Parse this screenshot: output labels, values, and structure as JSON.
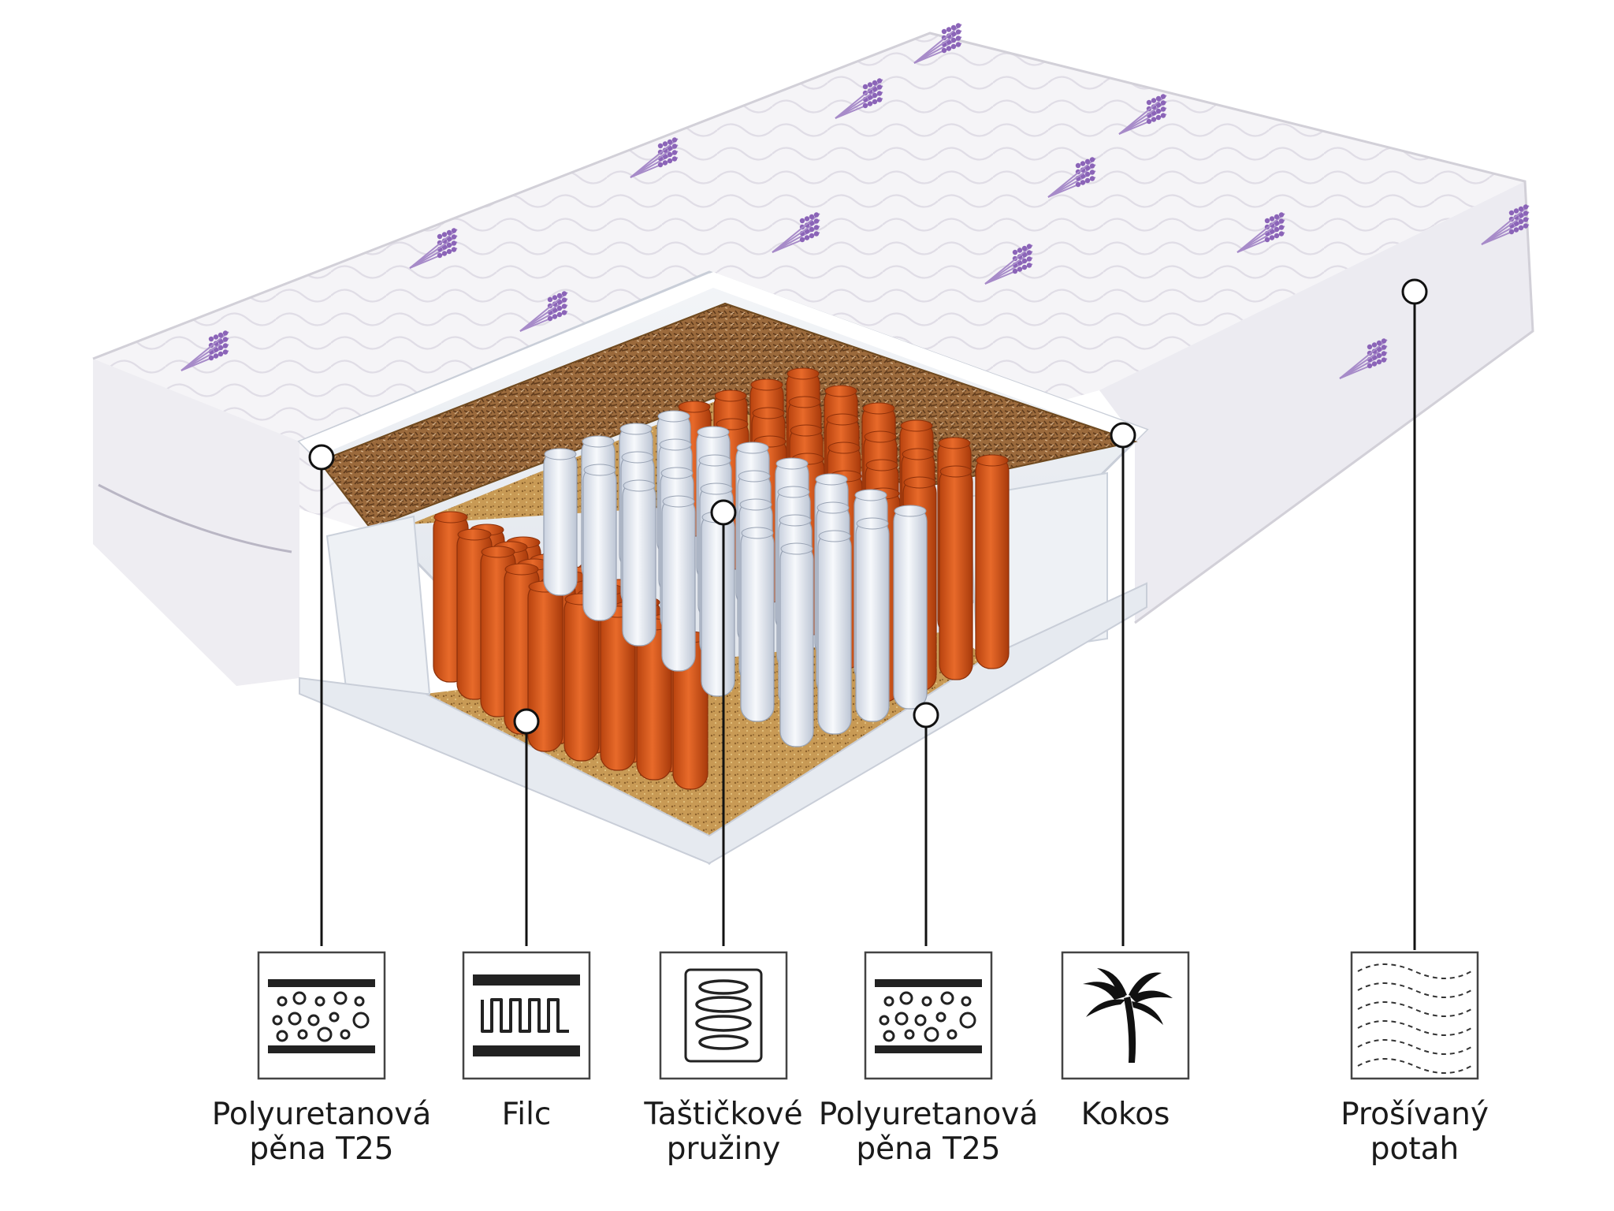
{
  "mattress": {
    "cover_print": "lavender",
    "colors": {
      "cover": "#f4f3f6",
      "lavender": "#8b64b8",
      "coconut": "#9b6a3c",
      "felt": "#c89a55",
      "foam": "#e9edf2",
      "orange_spring": "#d9571c",
      "white_spring": "#e6ebf3"
    }
  },
  "layers": [
    {
      "id": "pu-foam-top",
      "icon": "foam-bubbles-icon",
      "label_line1": "Polyuretanová",
      "label_line2": "pěna T25"
    },
    {
      "id": "felt",
      "icon": "felt-wave-icon",
      "label_line1": "Filc",
      "label_line2": ""
    },
    {
      "id": "pocket-springs",
      "icon": "spring-coil-icon",
      "label_line1": "Taštičkové",
      "label_line2": "pružiny"
    },
    {
      "id": "pu-foam-bottom",
      "icon": "foam-bubbles-icon",
      "label_line1": "Polyuretanová",
      "label_line2": "pěna T25"
    },
    {
      "id": "coconut",
      "icon": "palm-tree-icon",
      "label_line1": "Kokos",
      "label_line2": ""
    },
    {
      "id": "quilted-cover",
      "icon": "quilted-fabric-icon",
      "label_line1": "Prošívaný",
      "label_line2": "potah"
    }
  ]
}
